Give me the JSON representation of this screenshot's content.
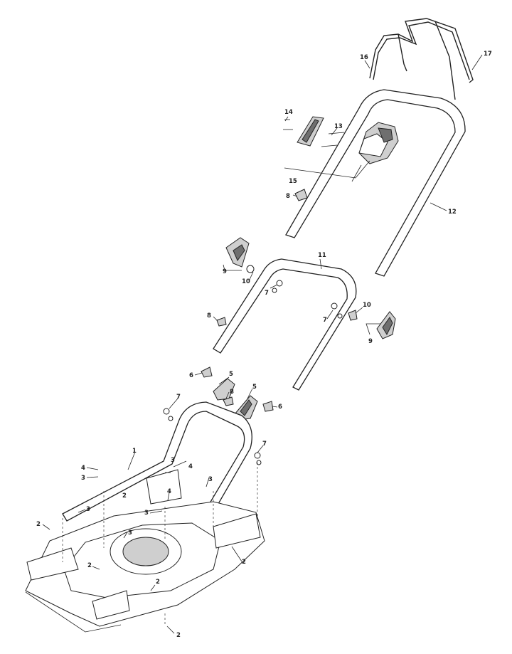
{
  "callouts": [
    {
      "id": "c16",
      "label": "16"
    },
    {
      "id": "c17",
      "label": "17"
    },
    {
      "id": "c14",
      "label": "14"
    },
    {
      "id": "c13",
      "label": "13"
    },
    {
      "id": "c15",
      "label": "15"
    },
    {
      "id": "c8a",
      "label": "8"
    },
    {
      "id": "c12",
      "label": "12"
    },
    {
      "id": "c11",
      "label": "11"
    },
    {
      "id": "c9a",
      "label": "9"
    },
    {
      "id": "c10a",
      "label": "10"
    },
    {
      "id": "c7a",
      "label": "7"
    },
    {
      "id": "c8b",
      "label": "8"
    },
    {
      "id": "c7b",
      "label": "7"
    },
    {
      "id": "c10b",
      "label": "10"
    },
    {
      "id": "c9b",
      "label": "9"
    },
    {
      "id": "c6a",
      "label": "6"
    },
    {
      "id": "c5a",
      "label": "5"
    },
    {
      "id": "c8c",
      "label": "8"
    },
    {
      "id": "c5b",
      "label": "5"
    },
    {
      "id": "c6b",
      "label": "6"
    },
    {
      "id": "c7c",
      "label": "7"
    },
    {
      "id": "c1",
      "label": "1"
    },
    {
      "id": "c7d",
      "label": "7"
    },
    {
      "id": "c4a",
      "label": "4"
    },
    {
      "id": "c3a",
      "label": "3"
    },
    {
      "id": "c3b",
      "label": "3"
    },
    {
      "id": "c4b",
      "label": "4"
    },
    {
      "id": "c3c",
      "label": "3"
    },
    {
      "id": "c2a",
      "label": "2"
    },
    {
      "id": "c4c",
      "label": "4"
    },
    {
      "id": "c3d",
      "label": "3"
    },
    {
      "id": "c3e",
      "label": "3"
    },
    {
      "id": "c3f",
      "label": "3"
    },
    {
      "id": "c2b",
      "label": "2"
    },
    {
      "id": "c2c",
      "label": "2"
    },
    {
      "id": "c2d",
      "label": "2"
    },
    {
      "id": "c2e",
      "label": "2"
    },
    {
      "id": "c2f",
      "label": "2"
    }
  ]
}
